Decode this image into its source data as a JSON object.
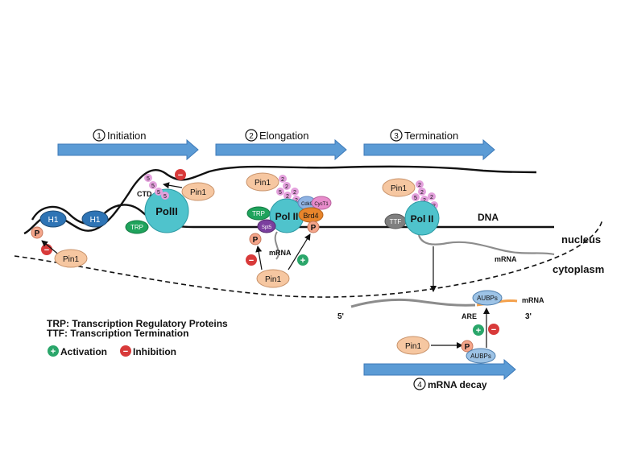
{
  "stages": {
    "s1_num": "1",
    "s1_label": "Initiation",
    "s2_num": "2",
    "s2_label": "Elongation",
    "s3_num": "3",
    "s3_label": "Termination",
    "s4_num": "4",
    "s4_label": "mRNA decay"
  },
  "labels": {
    "dna": "DNA",
    "nucleus": "nucleus",
    "cytoplasm": "cytoplasm",
    "mrna": "mRNA",
    "ctd": "CTD",
    "are": "ARE",
    "five_prime": "5'",
    "three_prime": "3'"
  },
  "proteins": {
    "h1": "H1",
    "pin1": "Pin1",
    "pol_init": "PolII",
    "pol": "Pol II",
    "trp": "TRP",
    "ttf": "TTF",
    "spt5": "Spt5",
    "cdk9": "Cdk9",
    "cyct1": "CycT1",
    "brd4": "Brd4",
    "aubps": "AUBPs",
    "p": "P",
    "s5": "5",
    "s2": "2"
  },
  "legend": {
    "trp": "TRP: Transcription Regulatory Proteins",
    "ttf": "TTF: Transcription Termination",
    "activation": "Activation",
    "inhibition": "Inhibition",
    "plus": "+",
    "minus": "−"
  },
  "colors": {
    "arrow_blue": "#5b9bd5",
    "h1_blue": "#2e74b5",
    "pin1_peach": "#f6c7a1",
    "pol_cyan": "#4fc3cc",
    "trp_green": "#1fa35c",
    "ttf_gray": "#7f7f7f",
    "spt5_purple": "#7b3f9e",
    "cdk9_blue": "#8fb3e3",
    "cyct1_pink": "#e88ccb",
    "brd4_orange": "#e8852b",
    "ser_pink": "#e3a0dc",
    "p_salmon": "#f4a58a",
    "activation_green": "#2aa66a",
    "inhibition_red": "#d83a3a",
    "aubp_blue": "#9dc3e6",
    "are_orange": "#f4a14c"
  }
}
